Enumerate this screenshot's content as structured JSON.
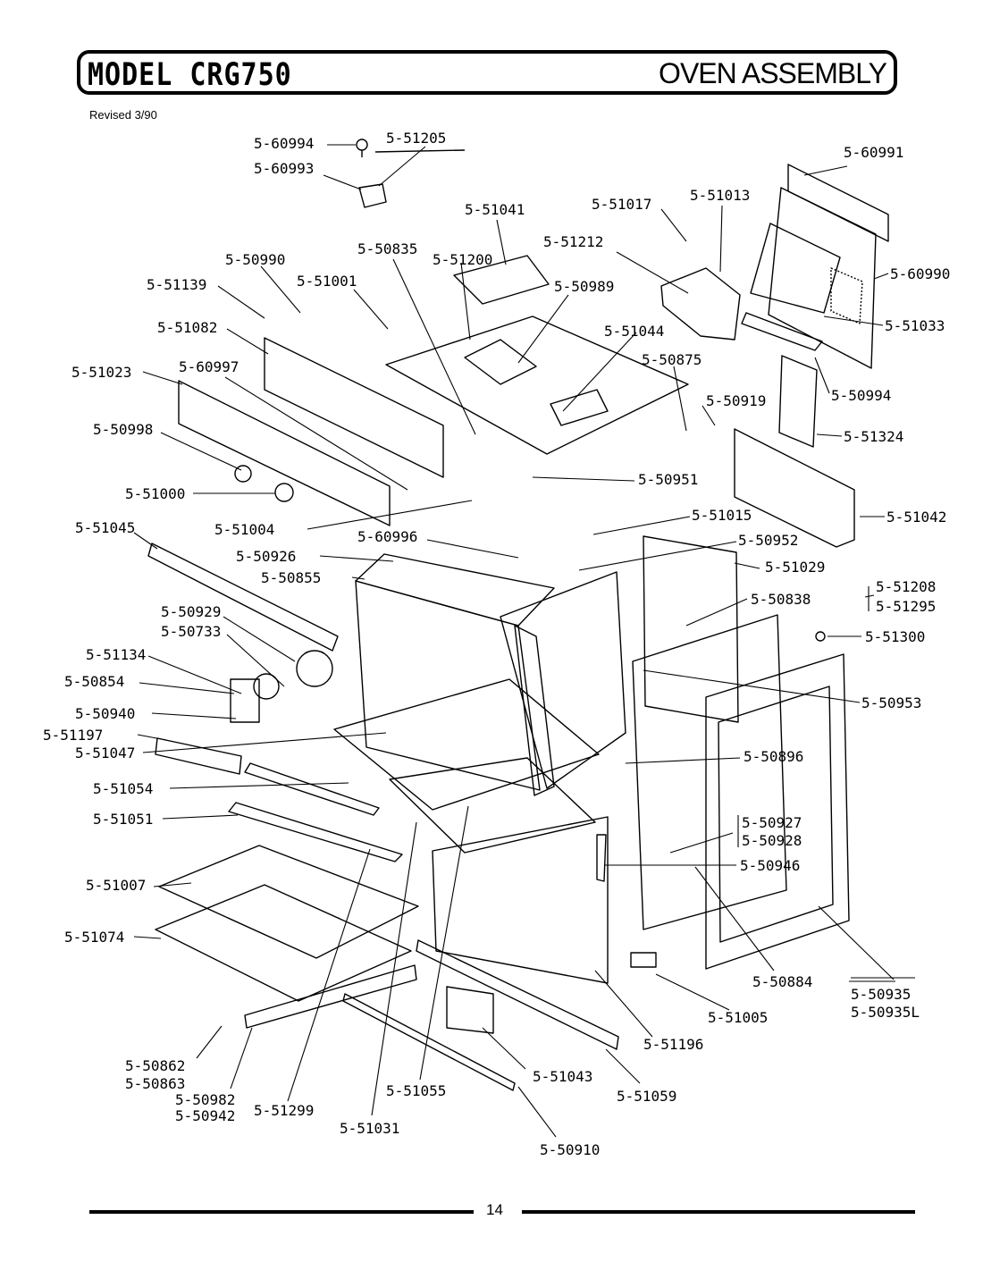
{
  "header": {
    "model": "MODEL CRG750",
    "section": "OVEN ASSEMBLY",
    "revised": "Revised 3/90"
  },
  "parts": [
    "5-60994",
    "5-51205",
    "5-60993",
    "5-60991",
    "5-51041",
    "5-51017",
    "5-51013",
    "5-50835",
    "5-51212",
    "5-50990",
    "5-51200",
    "5-60990",
    "5-51139",
    "5-51001",
    "5-50989",
    "5-51033",
    "5-51082",
    "5-51044",
    "5-51023",
    "5-60997",
    "5-50875",
    "5-50994",
    "5-50919",
    "5-50998",
    "5-51324",
    "5-50951",
    "5-51000",
    "5-51015",
    "5-51042",
    "5-51004",
    "5-51045",
    "5-60996",
    "5-50952",
    "5-50926",
    "5-51029",
    "5-50855",
    "5-50838",
    "5-51208",
    "5-51295",
    "5-50929",
    "5-51300",
    "5-50733",
    "5-51134",
    "5-50953",
    "5-50854",
    "5-50940",
    "5-51197",
    "5-51047",
    "5-50896",
    "5-51054",
    "5-50927",
    "5-50928",
    "5-51051",
    "5-50946",
    "5-51007",
    "5-51074",
    "5-50884",
    "5-50935",
    "5-50935L",
    "5-51005",
    "5-51196",
    "5-50862",
    "5-50863",
    "5-51043",
    "5-51059",
    "5-50982",
    "5-51055",
    "5-50942",
    "5-51299",
    "5-51031",
    "5-50910"
  ],
  "page_number": "14"
}
